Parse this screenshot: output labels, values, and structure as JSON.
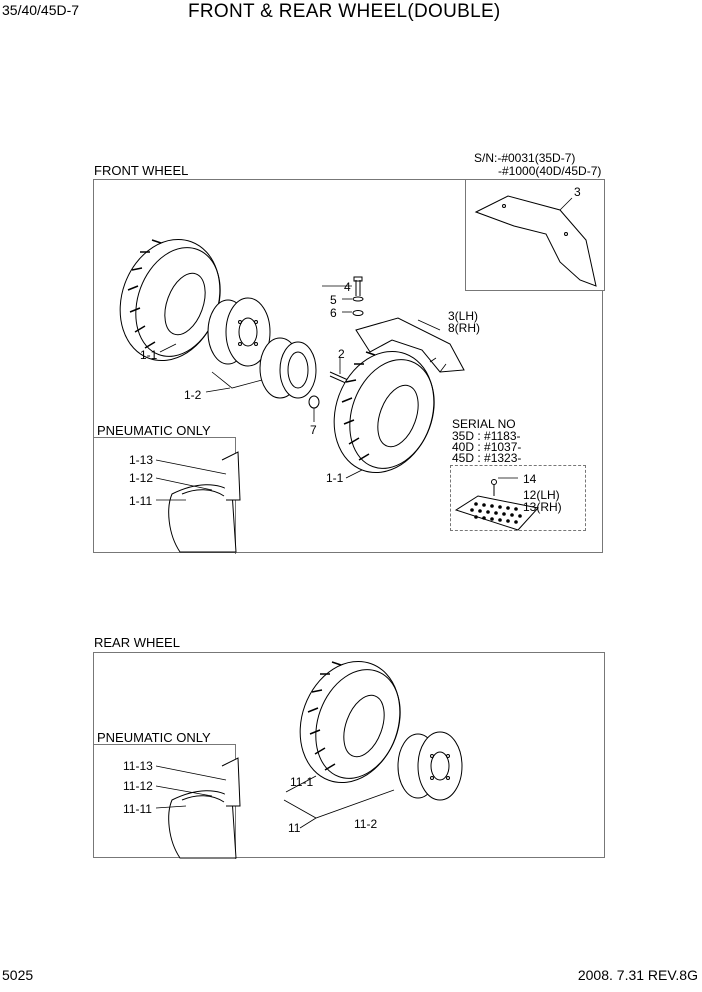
{
  "header": {
    "model": "35/40/45D-7",
    "title": "FRONT & REAR WHEEL(DOUBLE)"
  },
  "front": {
    "label": "FRONT WHEEL",
    "sn_line1": "S/N:-#0031(35D-7)",
    "sn_line2": "-#1000(40D/45D-7)",
    "serial_title": "SERIAL NO",
    "serial_lines": [
      "35D : #1183-",
      "40D : #1037-",
      "45D : #1323-"
    ],
    "pneumatic_label": "PNEUMATIC ONLY",
    "callouts": {
      "c4": "4",
      "c5": "5",
      "c6": "6",
      "c3lh": "3(LH)",
      "c8rh": "8(RH)",
      "c2": "2",
      "c7": "7",
      "c11a": "1-1",
      "c11b": "1-1",
      "c12": "1-2",
      "c3top": "3",
      "c14": "14",
      "c12lh": "12(LH)",
      "c13rh": "13(RH)",
      "p113": "1-13",
      "p112": "1-12",
      "p111": "1-11"
    }
  },
  "rear": {
    "label": "REAR WHEEL",
    "pneumatic_label": "PNEUMATIC ONLY",
    "callouts": {
      "c111": "11-1",
      "c11": "11",
      "c112": "11-2",
      "p1113": "11-13",
      "p1112": "11-12",
      "p1111": "11-11"
    }
  },
  "footer": {
    "page": "5025",
    "date_rev": "2008. 7.31  REV.8G"
  }
}
